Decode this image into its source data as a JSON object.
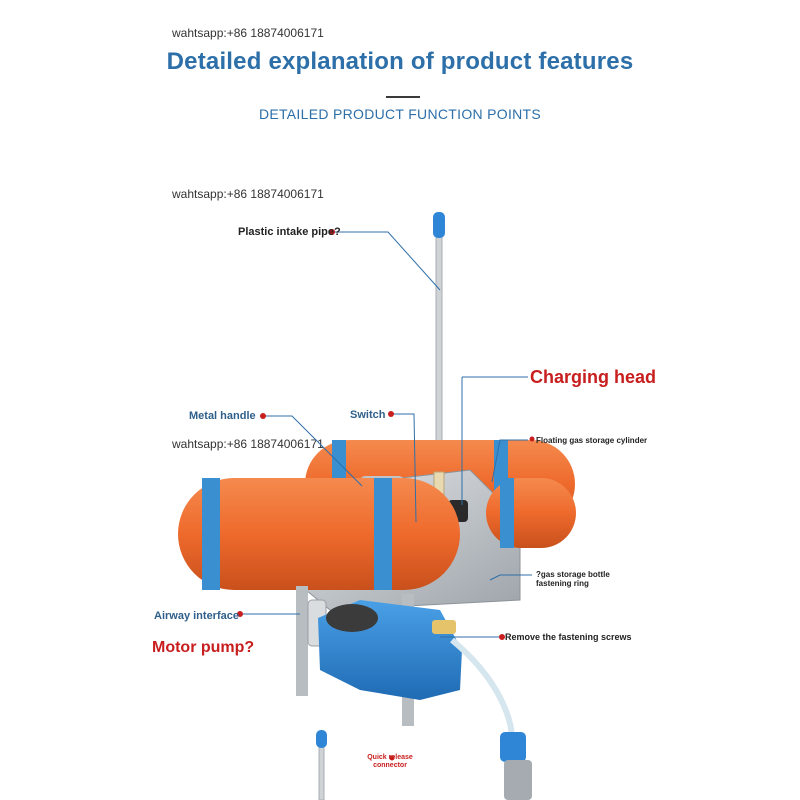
{
  "watermarks": {
    "top": "wahtsapp:+86 18874006171",
    "middle": "wahtsapp:+86 18874006171",
    "lower": "wahtsapp:+86 18874006171"
  },
  "header": {
    "title": "Detailed explanation of product features",
    "subtitle": "DETAILED PRODUCT FUNCTION POINTS"
  },
  "callouts": {
    "intake_pipe": "Plastic intake pipe?",
    "charging_head": "Charging head",
    "metal_handle": "Metal handle",
    "switch": "Switch",
    "floating_cylinder": "Floating gas storage cylinder",
    "bottle_ring": "?gas storage bottle fastening ring",
    "airway_interface": "Airway interface",
    "motor_pump": "Motor pump?",
    "fastening_screws": "Remove the fastening screws",
    "quick_release": "Quick release connector"
  },
  "colors": {
    "title_blue": "#2d6fa8",
    "callout_red": "#c81e1e",
    "float_orange": "#ee6a2c",
    "band_blue": "#3a8fd0",
    "pump_blue": "#2f86d6",
    "steel": "#c9cdd2"
  }
}
